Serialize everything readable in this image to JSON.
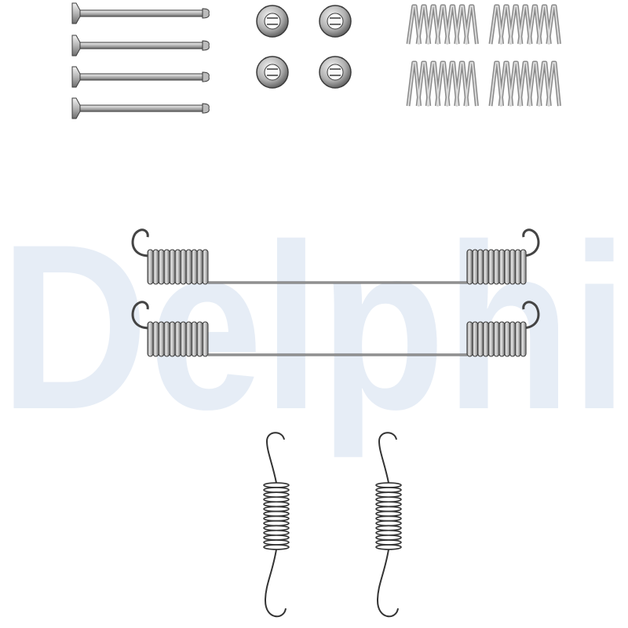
{
  "watermark": {
    "text": "Delphi",
    "color": "#e6edf6"
  },
  "colors": {
    "metal_light": "#d9d9d9",
    "metal_mid": "#a8a8a8",
    "metal_dark": "#555555",
    "outline": "#3a3a3a"
  },
  "kit": {
    "pins": 4,
    "retainer_clips": 4,
    "compression_springs": 4,
    "return_springs_horizontal": 2,
    "return_springs_vertical": 2
  }
}
